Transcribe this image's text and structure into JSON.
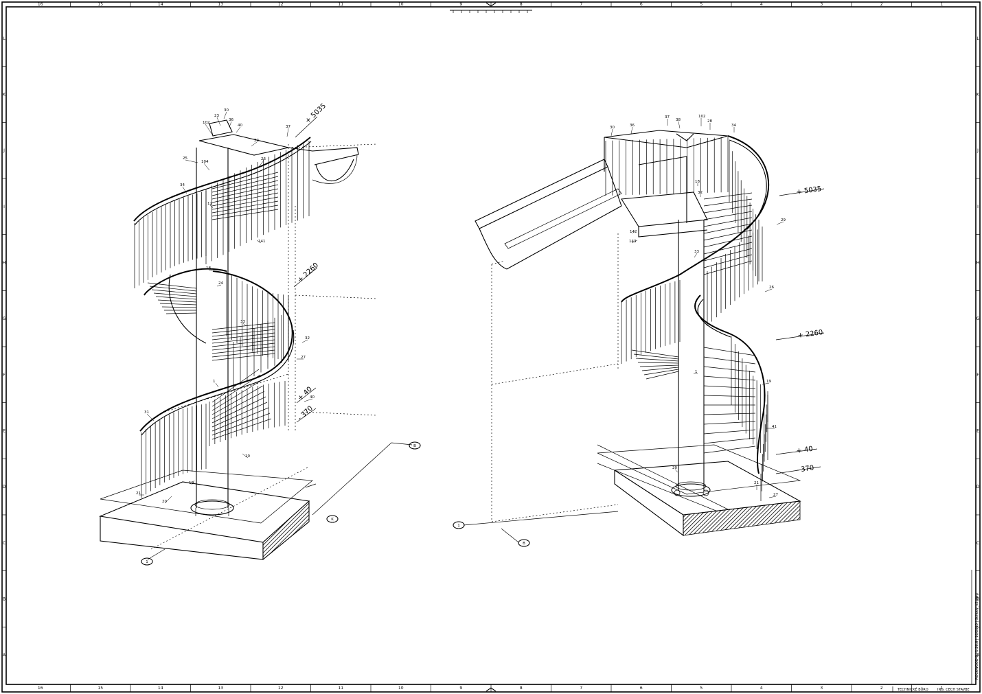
{
  "border": {
    "columns": [
      "16",
      "15",
      "14",
      "13",
      "12",
      "11",
      "10",
      "9",
      "8",
      "7",
      "6",
      "5",
      "4",
      "3",
      "2",
      "1"
    ],
    "rows": [
      "L",
      "K",
      "J",
      "I",
      "H",
      "G",
      "F",
      "E",
      "D",
      "C",
      "B",
      "A"
    ]
  },
  "level_labels": [
    "+ 5035",
    "+ 2260",
    "+ 40",
    "- 370"
  ],
  "view_left": {
    "level_labels": [
      "+ 5035",
      "+ 2260",
      "+ 40",
      "- 370"
    ],
    "axis_markers": [
      "1",
      "K",
      "B"
    ],
    "part_refs": [
      "102",
      "23",
      "30",
      "40",
      "36",
      "37",
      "25",
      "22",
      "104",
      "34",
      "26",
      "24",
      "12",
      "141",
      "18",
      "32",
      "27",
      "33",
      "1",
      "40",
      "31",
      "20",
      "10",
      "19",
      "21"
    ]
  },
  "view_right": {
    "level_labels": [
      "+ 5035",
      "+ 2260",
      "+ 40",
      "- 370"
    ],
    "axis_markers": [
      "1",
      "B"
    ],
    "part_refs": [
      "30",
      "36",
      "37",
      "38",
      "102",
      "28",
      "34",
      "33",
      "142",
      "143",
      "18",
      "29",
      "26",
      "32",
      "19",
      "41",
      "1",
      "21",
      "27",
      "20"
    ]
  },
  "title_block": {
    "vertical_note": "ROCKWOOD 6 | 1:26.6 | 10/2010 | Schody_v2.dwg",
    "company": "TECHNICKÉ BÜRO",
    "drawing_title": "ING. CECH STAVBE"
  }
}
